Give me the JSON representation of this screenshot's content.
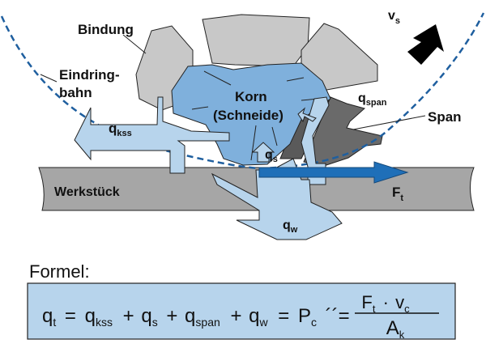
{
  "diagram": {
    "labels": {
      "bindung": "Bindung",
      "eindring_line1": "Eindring-",
      "eindring_line2": "bahn",
      "korn": "Korn",
      "schneide": "(Schneide)",
      "span": "Span",
      "werkstueck": "Werkstück",
      "vs_main": "v",
      "vs_sub": "s",
      "ft_main": "F",
      "ft_sub": "t",
      "qkss_main": "q",
      "qkss_sub": "kss",
      "qs_main": "q",
      "qs_sub": "s",
      "qspan_main": "q",
      "qspan_sub": "span",
      "qw_main": "q",
      "qw_sub": "w"
    },
    "colors": {
      "grain": "#7fb0dc",
      "heat_arrow": "#b7d4ec",
      "bond": "#c8c8c8",
      "workpiece": "#a6a6a6",
      "chip": "#6a6a6a",
      "path": "#1f5f9f",
      "force": "#1f6fb8",
      "formula_box": "#b7d4ec"
    }
  },
  "formula": {
    "title": "Formel:",
    "qt": "q",
    "qt_sub": "t",
    "eq1": "=",
    "qkss": "q",
    "qkss_sub": "kss",
    "plus1": "+",
    "qs": "q",
    "qs_sub": "s",
    "plus2": "+",
    "qspan": "q",
    "qspan_sub": "span",
    "plus3": "+",
    "qw": "q",
    "qw_sub": "w",
    "eq2": "=",
    "pc": "P",
    "pc_sub": "c",
    "pc_prime": "´´",
    "eq3": "=",
    "num_f": "F",
    "num_f_sub": "t",
    "num_dot": "·",
    "num_v": "v",
    "num_v_sub": "c",
    "den_a": "A",
    "den_a_sub": "k"
  }
}
